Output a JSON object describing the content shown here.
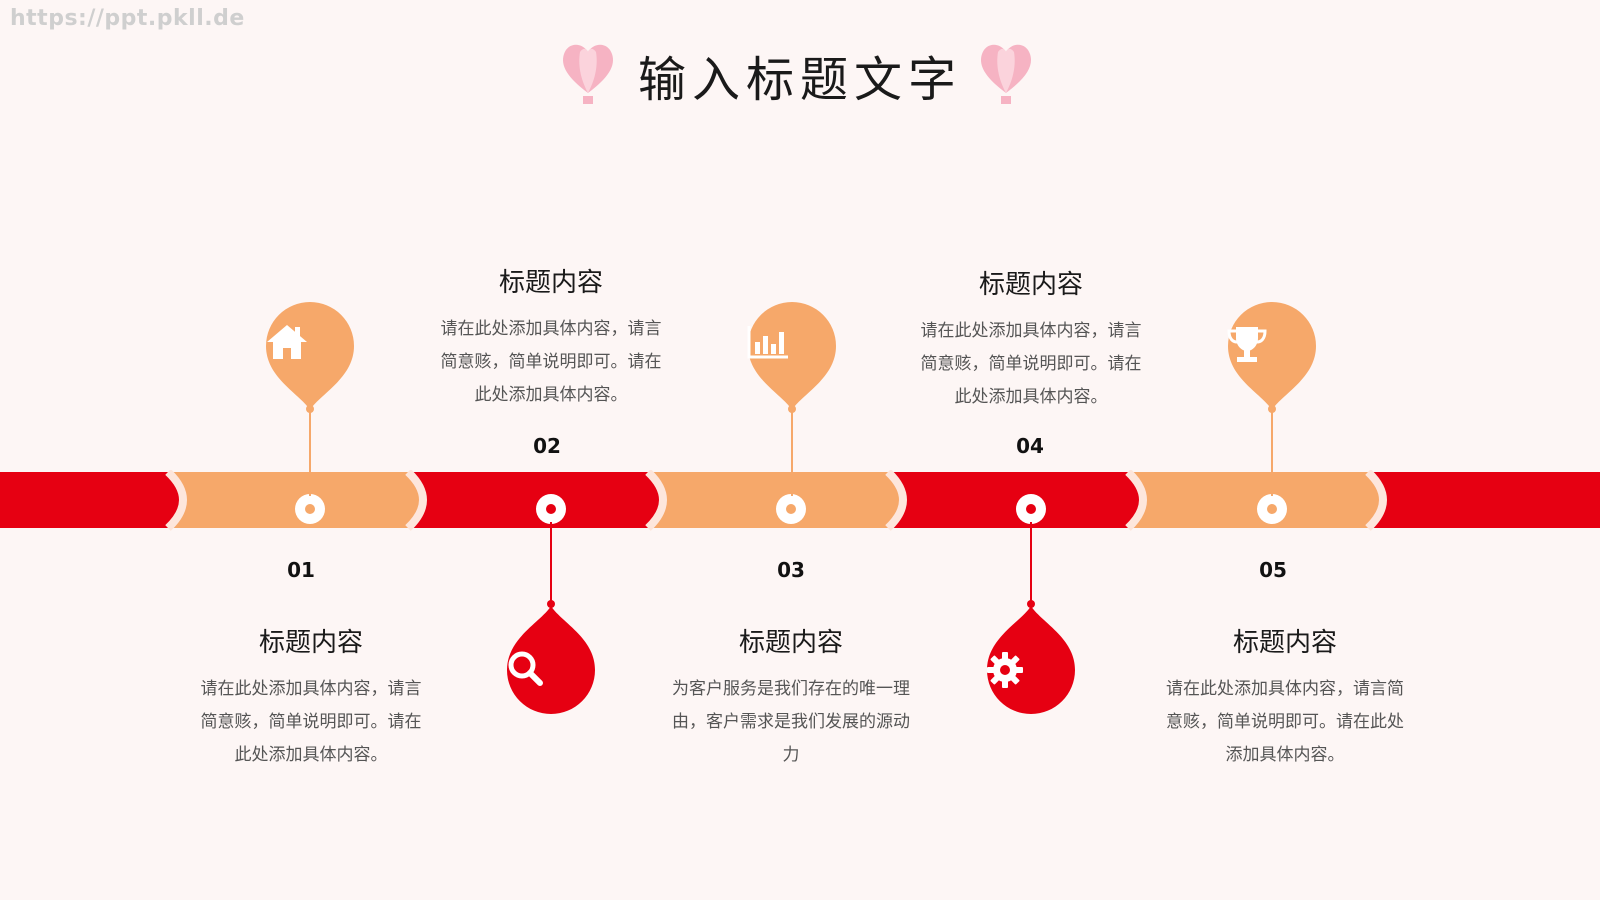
{
  "watermark": "https://ppt.pkll.de",
  "title": "输入标题文字",
  "colors": {
    "orange": "#f6a86a",
    "red": "#e60012",
    "background": "#fdf6f5",
    "balloon_pink": "#f6b3c3"
  },
  "steps": [
    {
      "number": "01",
      "icon": "home-icon",
      "heading": "标题内容",
      "text_lines": [
        "请在此处添加具体内容，请言",
        "简意赅，简单说明即可。请在",
        "此处添加具体内容。"
      ]
    },
    {
      "number": "02",
      "icon": "search-icon",
      "heading": "标题内容",
      "text_lines": [
        "请在此处添加具体内容，请言",
        "简意赅，简单说明即可。请在",
        "此处添加具体内容。"
      ]
    },
    {
      "number": "03",
      "icon": "bar-chart-icon",
      "heading": "标题内容",
      "text_lines": [
        "为客户服务是我们存在的唯一理",
        "由，客户需求是我们发展的源动",
        "力"
      ]
    },
    {
      "number": "04",
      "icon": "gear-icon",
      "heading": "标题内容",
      "text_lines": [
        "请在此处添加具体内容，请言",
        "简意赅，简单说明即可。请在",
        "此处添加具体内容。"
      ]
    },
    {
      "number": "05",
      "icon": "trophy-icon",
      "heading": "标题内容",
      "text_lines": [
        "请在此处添加具体内容，请言简",
        "意赅，简单说明即可。请在此处",
        "添加具体内容。"
      ]
    }
  ]
}
